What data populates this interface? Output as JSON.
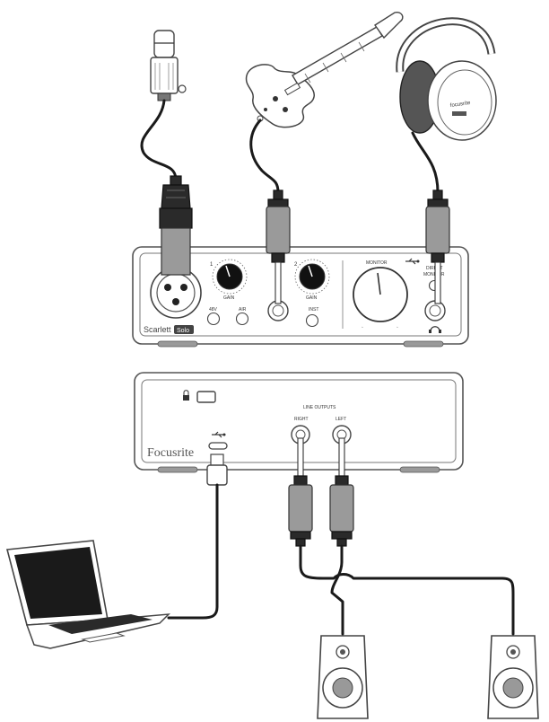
{
  "front_panel": {
    "model_name": "Scarlett",
    "model_badge": "Solo",
    "input1_number": "1",
    "input2_number": "2",
    "gain_label_1": "GAIN",
    "gain_label_2": "GAIN",
    "phantom_label": "48V",
    "air_label": "AIR",
    "inst_label": "INST",
    "monitor_label": "MONITOR",
    "direct_monitor_label_1": "DIRECT",
    "direct_monitor_label_2": "MONITOR"
  },
  "rear_panel": {
    "brand_name": "Focusrite",
    "line_outputs_label": "LINE OUTPUTS",
    "right_label": "RIGHT",
    "left_label": "LEFT"
  },
  "headphones": {
    "brand_text": "focusrite"
  },
  "colors": {
    "cable": "#1a1a1a",
    "outline": "#555555",
    "plug_metal": "#9a9a9a",
    "knob": "#111111"
  }
}
